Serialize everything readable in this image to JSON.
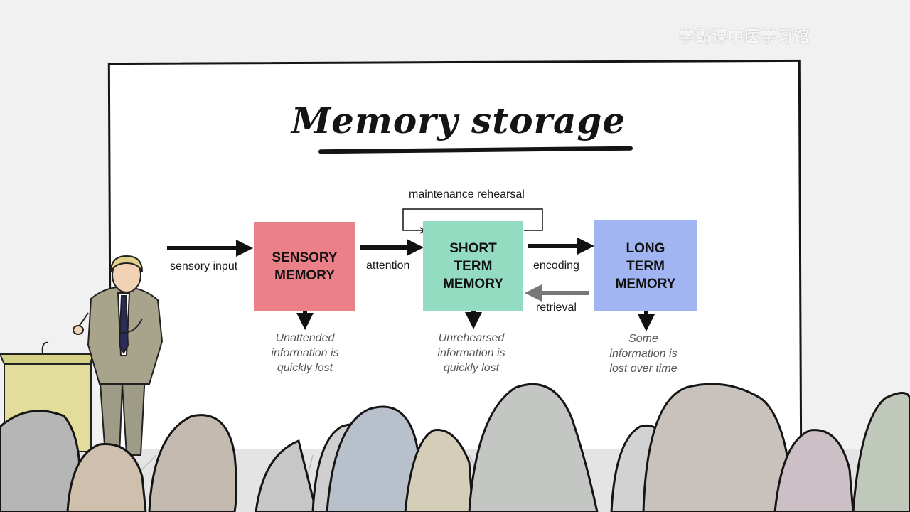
{
  "title": "Memory storage",
  "watermark": "学霸课中医学习馆",
  "stages": {
    "sensory": {
      "line1": "SENSORY",
      "line2": "MEMORY",
      "color": "#ec8089"
    },
    "short_term": {
      "line1": "SHORT",
      "line2": "TERM",
      "line3": "MEMORY",
      "color": "#93dcc2"
    },
    "long_term": {
      "line1": "LONG",
      "line2": "TERM",
      "line3": "MEMORY",
      "color": "#a2b5f3"
    }
  },
  "arrows": {
    "sensory_input": "sensory input",
    "attention": "attention",
    "encoding": "encoding",
    "retrieval": "retrieval",
    "maintenance": "maintenance rehearsal"
  },
  "notes": {
    "sensory": {
      "line1": "Unattended",
      "line2": "information is",
      "line3": "quickly lost"
    },
    "short_term": {
      "line1": "Unrehearsed",
      "line2": "information is",
      "line3": "quickly lost"
    },
    "long_term": {
      "line1": "Some",
      "line2": "information is",
      "line3": "lost over time"
    }
  }
}
